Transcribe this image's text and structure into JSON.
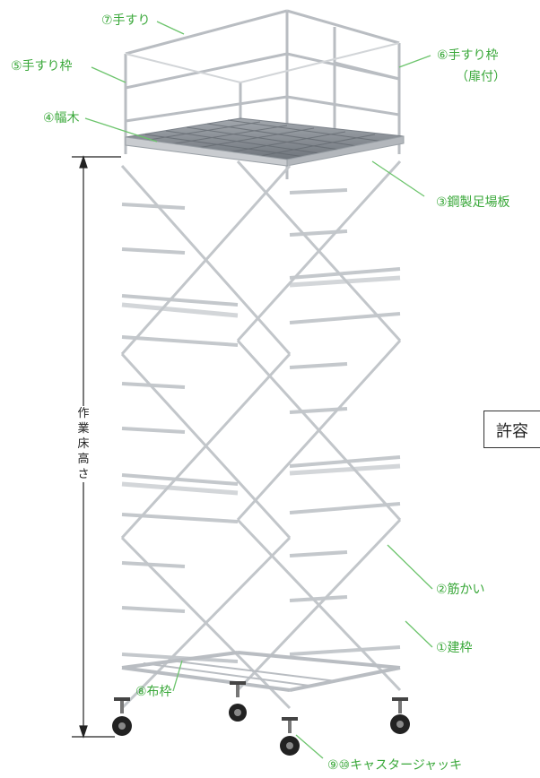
{
  "labels": {
    "handrail": "⑦手すり",
    "handrail_frame": "⑤手すり枠",
    "handrail_frame_door_1": "⑥手すり枠",
    "handrail_frame_door_2": "（扉付）",
    "toe_board": "④幅木",
    "steel_plank": "③鋼製足場板",
    "brace": "②筋かい",
    "frame": "①建枠",
    "base_frame": "⑧布枠",
    "caster_jack": "⑨⑩キャスタージャッキ"
  },
  "height_label": [
    "作",
    "業",
    "床",
    "高",
    "さ"
  ],
  "partial_box_text": "許容",
  "colors": {
    "label_green": "#3aa83a",
    "leader_green": "#6cc46c",
    "pipe": "#c9ccd0",
    "pipe_dark": "#9aa0a6",
    "plank": "#8f959c",
    "dimension_line": "#222222"
  }
}
